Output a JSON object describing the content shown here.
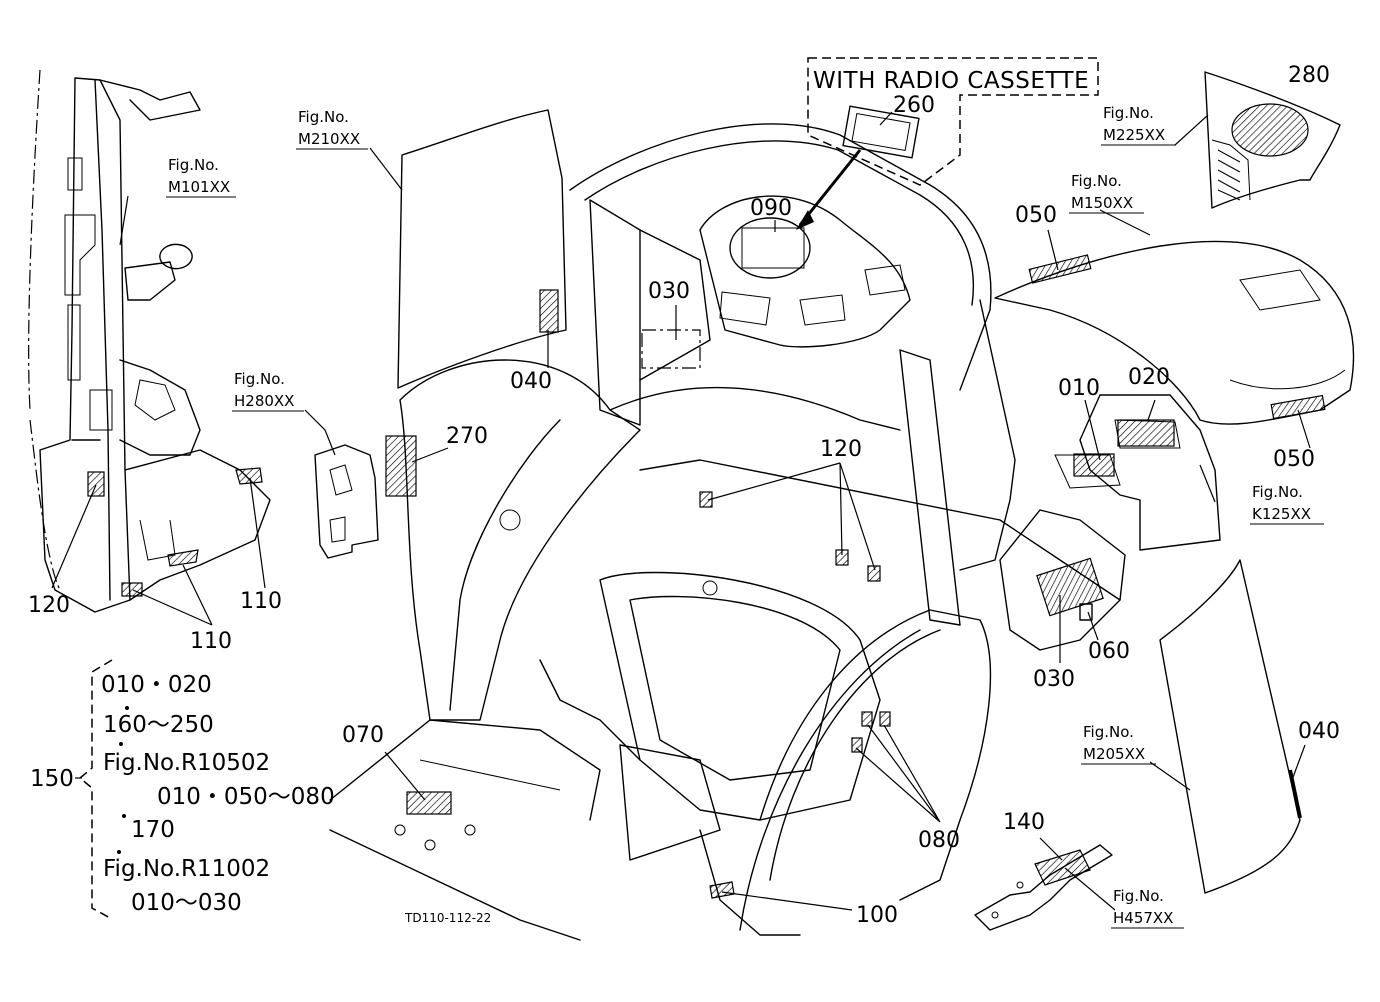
{
  "drawing_code": "TD110-112-22",
  "inset_caption": "WITH RADIO CASSETTE",
  "fig_refs": {
    "m101": {
      "line1": "Fig.No.",
      "line2": "M101XX"
    },
    "m210": {
      "line1": "Fig.No.",
      "line2": "M210XX"
    },
    "h280": {
      "line1": "Fig.No.",
      "line2": "H280XX"
    },
    "m225": {
      "line1": "Fig.No.",
      "line2": "M225XX"
    },
    "m150": {
      "line1": "Fig.No.",
      "line2": "M150XX"
    },
    "k125": {
      "line1": "Fig.No.",
      "line2": "K125XX"
    },
    "m205": {
      "line1": "Fig.No.",
      "line2": "M205XX"
    },
    "h457": {
      "line1": "Fig.No.",
      "line2": "H457XX"
    }
  },
  "callouts": {
    "c260": "260",
    "c280": "280",
    "c090": "090",
    "c050a": "050",
    "c050b": "050",
    "c030a": "030",
    "c030b": "030",
    "c040a": "040",
    "c040b": "040",
    "c270": "270",
    "c120a": "120",
    "c120b": "120",
    "c010": "010",
    "c020": "020",
    "c110a": "110",
    "c110b": "110",
    "c060": "060",
    "c070": "070",
    "c080": "080",
    "c140": "140",
    "c100": "100",
    "c150": "150"
  },
  "set_list": {
    "line1": "010・020",
    "line2": "160～250",
    "line3": "Fig.No.R10502",
    "line4": "010・050～080",
    "line5": "170",
    "line6": "Fig.No.R11002",
    "line7": "010～030"
  }
}
